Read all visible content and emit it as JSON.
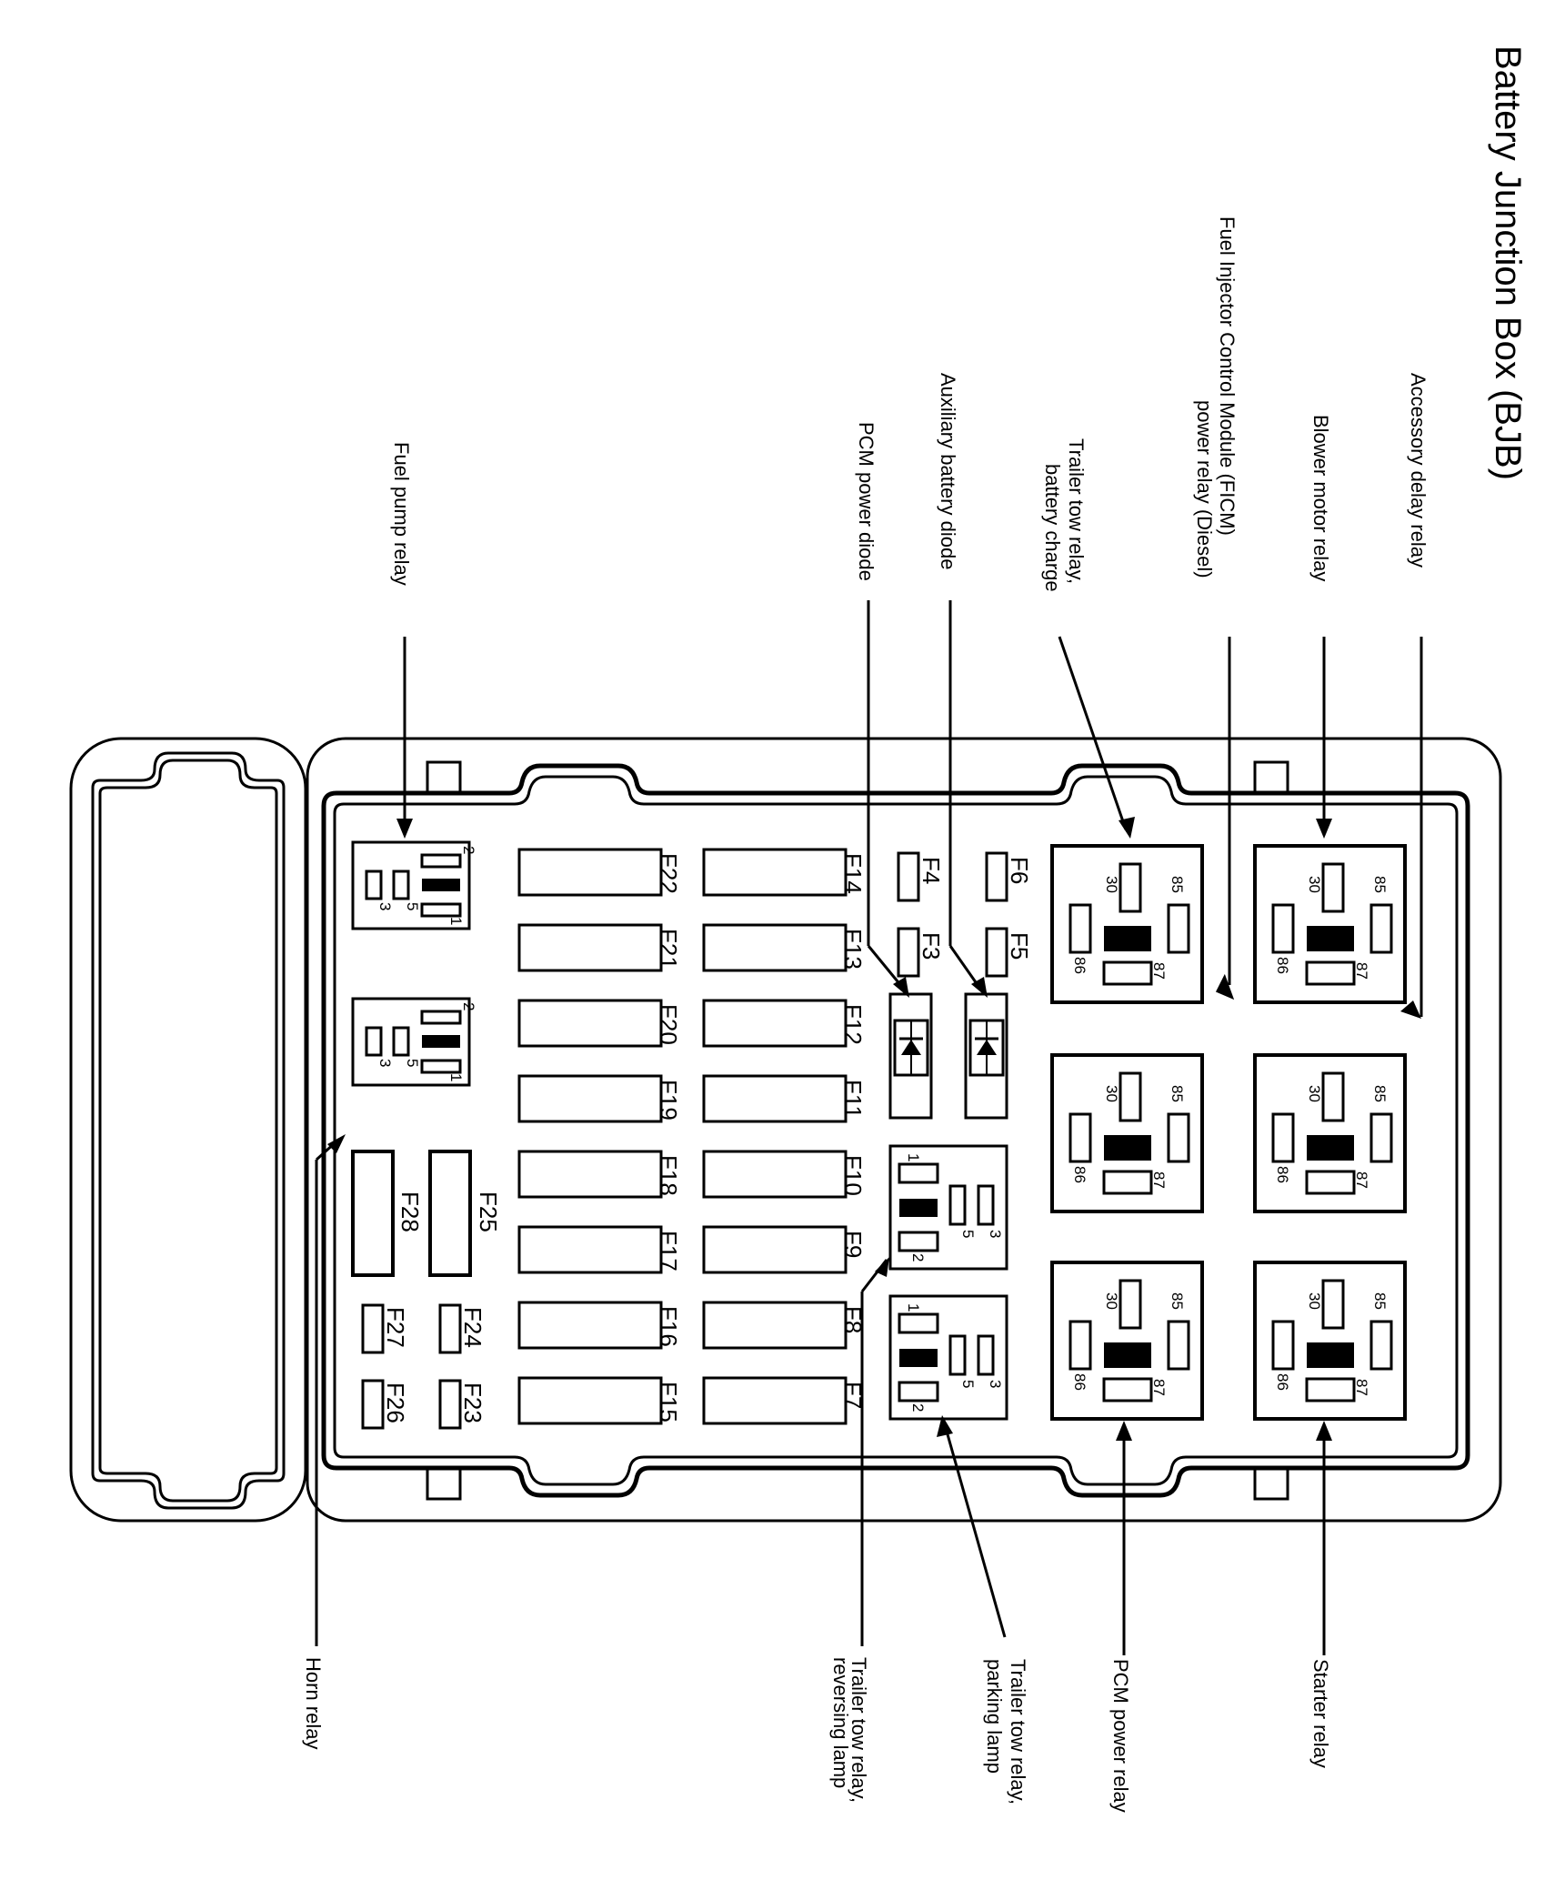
{
  "title": "Battery Junction Box (BJB)",
  "callouts_top": {
    "accessory_delay_relay": "Accessory delay relay",
    "blower_motor_relay": "Blower motor relay",
    "ficm_relay_line1": "Fuel Injector Control Module (FICM)",
    "ficm_relay_line2": "power relay (Diesel)",
    "trailer_tow_battery_line1": "Trailer tow relay,",
    "trailer_tow_battery_line2": "battery charge",
    "auxiliary_battery_diode": "Auxiliary battery diode",
    "pcm_power_diode": "PCM power diode",
    "fuel_pump_relay": "Fuel pump relay"
  },
  "callouts_bottom": {
    "starter_relay": "Starter relay",
    "pcm_power_relay": "PCM power relay",
    "trailer_tow_parking_line1": "Trailer tow relay,",
    "trailer_tow_parking_line2": "parking lamp",
    "trailer_tow_reversing_line1": "Trailer tow relay,",
    "trailer_tow_reversing_line2": "reversing lamp",
    "horn_relay": "Horn relay"
  },
  "fuses": {
    "large_col_left": [
      "F22",
      "F21",
      "F20",
      "F19",
      "F18",
      "F17",
      "F16",
      "F15"
    ],
    "large_col_right": [
      "F14",
      "F13",
      "F12",
      "F11",
      "F10",
      "F9",
      "F8",
      "F7"
    ],
    "mini_outer": [
      "F6",
      "F5"
    ],
    "mini_inner": [
      "F4",
      "F3"
    ],
    "maxi": [
      "F25",
      "F28"
    ],
    "mini_bottom_upper": [
      "F24",
      "F23"
    ],
    "mini_bottom_lower": [
      "F27",
      "F26"
    ]
  },
  "iso_relay_pins": {
    "p30": "30",
    "p85": "85",
    "p86": "86",
    "p87": "87"
  },
  "micro_relay_pins": {
    "p1": "1",
    "p2": "2",
    "p3": "3",
    "p5": "5"
  }
}
